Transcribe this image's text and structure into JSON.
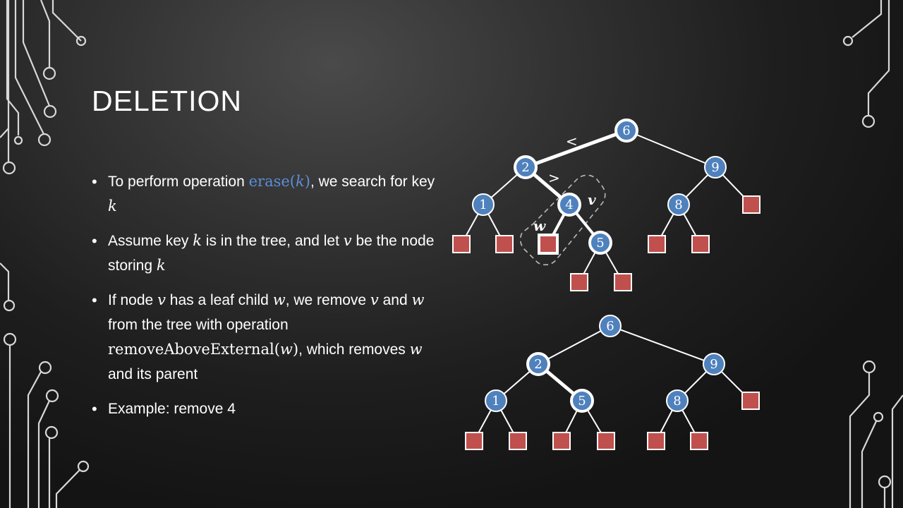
{
  "slide": {
    "title": "DELETION",
    "bullets": {
      "b1": {
        "p1": "To perform operation ",
        "m1": "erase(",
        "m2": "k",
        "m3": ")",
        "p2": ", we search for key ",
        "m4": "k"
      },
      "b2": {
        "p1": "Assume key ",
        "m1": "k",
        "p2": " is in the tree, and let ",
        "m2": "v",
        "p3": " be the node storing ",
        "m3": "k"
      },
      "b3": {
        "p1": "If node ",
        "m1": "v",
        "p2": " has a leaf child ",
        "m2": "w",
        "p3": ", we remove ",
        "m3": "v",
        "p4": " and ",
        "m4": "w",
        "p5": " from the tree with operation ",
        "m5": "removeAboveExternal(",
        "m6": "w",
        "m7": ")",
        "p6": ", which removes ",
        "m8": "w",
        "p7": " and its parent"
      },
      "b4": {
        "p1": "Example: remove 4"
      }
    }
  },
  "diagram": {
    "before": {
      "nodes": [
        "6",
        "2",
        "9",
        "1",
        "4",
        "8",
        "5"
      ],
      "annotations": {
        "less": "<",
        "greater": ">",
        "v": "v",
        "w": "w"
      }
    },
    "after": {
      "nodes": [
        "6",
        "2",
        "9",
        "1",
        "5",
        "8"
      ]
    },
    "colors": {
      "node": "#4f81bd",
      "leaf": "#c0504d",
      "edge": "#ffffff"
    }
  }
}
